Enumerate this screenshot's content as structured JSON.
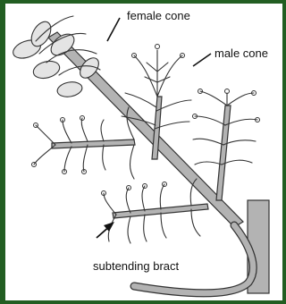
{
  "diagram": {
    "labels": {
      "female_cone": "female cone",
      "male_cone": "male cone",
      "subtending_bract": "subtending bract"
    }
  }
}
